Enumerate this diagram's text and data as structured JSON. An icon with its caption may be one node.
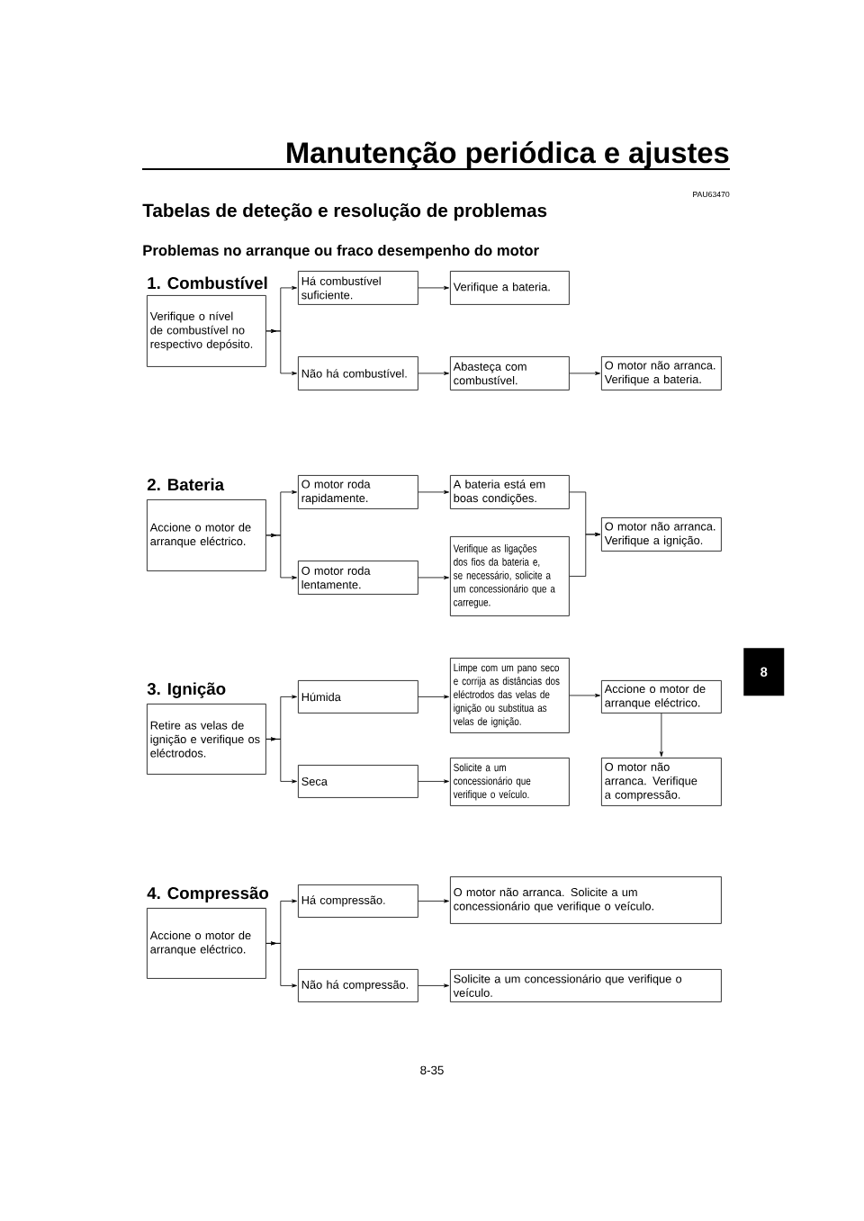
{
  "diagram": {
    "title": "Manutenção periódica e ajustes",
    "nodes": [
      {
        "text": [
          "Verifique o nível de combustível no respectivo depósito."
        ]
      },
      {
        "text": [
          "Há combustível suficiente."
        ]
      },
      {
        "text": [
          "Verifique a bateria."
        ]
      },
      {
        "text": [
          "Não há combustível."
        ]
      },
      {
        "text": [
          "Abasteça com combustível."
        ]
      },
      {
        "text": [
          "O motor não arranca. Verifique a bateria."
        ]
      },
      {
        "text": [
          "Accione o motor de arranque eléctrico."
        ]
      },
      {
        "text": [
          "O motor roda rapidamente."
        ]
      },
      {
        "text": [
          "A bateria está em boas condições."
        ]
      },
      {
        "text": [
          "O motor roda lentamente."
        ]
      },
      {
        "text": [
          "Verifique as ligações dos fios da bateria e, se necessário, solicite a um concessionário que a carregue."
        ]
      },
      {
        "text": [
          "O motor não arranca. Verifique a ignição."
        ]
      },
      {
        "text": [
          "Retire as velas de ignição e verifique os eléctrodos."
        ]
      },
      {
        "text": [
          "Húmida"
        ]
      },
      {
        "text": [
          "Limpe com um pano seco e corrija as distâncias dos eléctrodos das velas de ignição ou substitua as velas de ignição."
        ]
      },
      {
        "text": [
          "Accione o motor de arranque eléctrico."
        ]
      },
      {
        "text": [
          "Seca"
        ]
      },
      {
        "text": [
          "Solicite a um concessionário que verifique o veículo."
        ]
      },
      {
        "text": [
          "O motor não arranca. Verifique a compressão."
        ]
      },
      {
        "text": [
          "Accione o motor de arranque eléctrico."
        ]
      },
      {
        "text": [
          "Há compressão."
        ]
      },
      {
        "text": [
          "O motor não arranca. Solicite a um concessionário que verifique o veículo."
        ]
      },
      {
        "text": [
          "Não há compressão."
        ]
      },
      {
        "text": [
          "Solicite a um concessionário que verifique o veículo."
        ]
      },
      {
        "text": [
          "8"
        ]
      }
    ],
    "edges": [
      {
        "from": 0,
        "to": 1,
        "arrow": "to"
      },
      {
        "from": 0,
        "to": 3,
        "arrow": "to"
      },
      {
        "from": 1,
        "to": 2,
        "arrow": "to"
      },
      {
        "from": 3,
        "to": 4,
        "arrow": "to"
      },
      {
        "from": 4,
        "to": 5,
        "arrow": "to"
      },
      {
        "from": 6,
        "to": 7,
        "arrow": "to"
      },
      {
        "from": 6,
        "to": 9,
        "arrow": "to"
      },
      {
        "from": 7,
        "to": 8,
        "arrow": "to"
      },
      {
        "from": 9,
        "to": 10,
        "arrow": "to"
      },
      {
        "from": 8,
        "to": 11,
        "arrow": "to"
      },
      {
        "from": 10,
        "to": 11,
        "arrow": "to"
      },
      {
        "from": 12,
        "to": 13,
        "arrow": "to"
      },
      {
        "from": 12,
        "to": 16,
        "arrow": "to"
      },
      {
        "from": 13,
        "to": 14,
        "arrow": "to"
      },
      {
        "from": 14,
        "to": 15,
        "arrow": "to"
      },
      {
        "from": 15,
        "to": 18,
        "arrow": "to"
      },
      {
        "from": 16,
        "to": 17,
        "arrow": "to"
      },
      {
        "from": 19,
        "to": 20,
        "arrow": "to"
      },
      {
        "from": 19,
        "to": 22,
        "arrow": "to"
      },
      {
        "from": 20,
        "to": 21,
        "arrow": "to"
      },
      {
        "from": 22,
        "to": 23,
        "arrow": "to"
      }
    ],
    "labels": [
      "PAU63470",
      "Tabelas de deteção e resolução de problemas",
      "Problemas no arranque ou fraco desempenho do motor",
      "1. Combustível",
      "2. Bateria",
      "3. Ignição",
      "4. Compressão",
      "8-35"
    ]
  }
}
